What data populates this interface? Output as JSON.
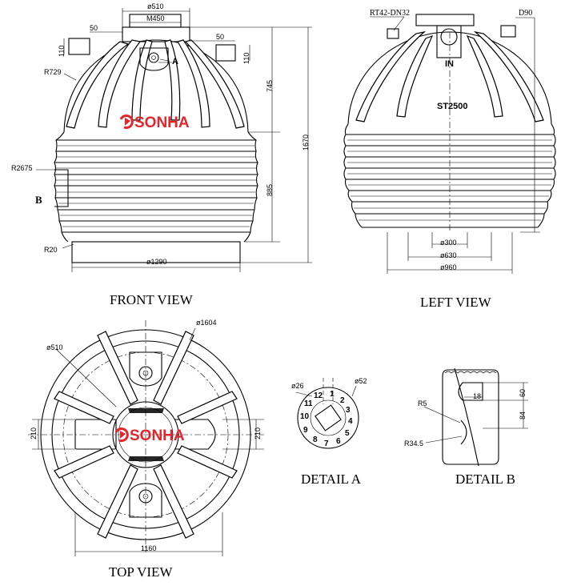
{
  "colors": {
    "brand_red": "#e3262b",
    "line": "#000000"
  },
  "views": {
    "front": "FRONT VIEW",
    "left": "LEFT VIEW",
    "top": "TOP VIEW",
    "detail_a": "DETAIL A",
    "detail_b": "DETAIL B"
  },
  "brand": {
    "name": "SONHA",
    "model": "ST2500",
    "inlet": "IN"
  },
  "front_dims": {
    "d510": "ø510",
    "m450": "M450",
    "w50a": "50",
    "w50b": "50",
    "h110a": "110",
    "h110b": "110",
    "h745": "745",
    "h1670": "1670",
    "h885": "885",
    "r729": "R729",
    "r2675": "R2675",
    "r20": "R20",
    "d1290": "ø1290",
    "marker_a": "A",
    "marker_b": "B"
  },
  "left_dims": {
    "rt42": "RT42-DN32",
    "d90": "D90",
    "d300": "ø300",
    "d630": "ø630",
    "d960": "ø960"
  },
  "top_dims": {
    "d1604": "ø1604",
    "d510": "ø510",
    "h210a": "210",
    "h210b": "210",
    "w1160": "1160"
  },
  "detail_a": {
    "d26": "ø26",
    "d52": "ø52",
    "numbers": [
      "12",
      "1",
      "2",
      "3",
      "4",
      "5",
      "6",
      "7",
      "8",
      "9",
      "10",
      "11"
    ]
  },
  "detail_b": {
    "r5": "R5",
    "w18": "18",
    "h60": "60",
    "h84": "84",
    "r345": "R34.5"
  }
}
